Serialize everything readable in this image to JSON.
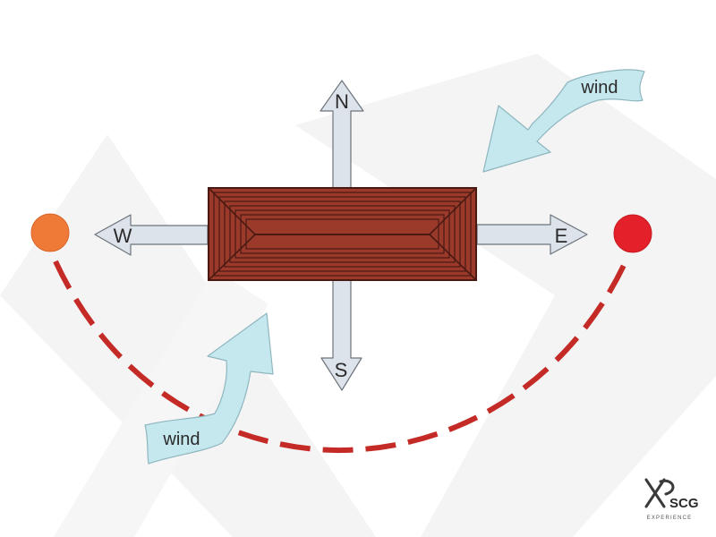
{
  "directions": {
    "north": "N",
    "south": "S",
    "east": "E",
    "west": "W"
  },
  "wind_labels": {
    "top_right": "wind",
    "bottom_left": "wind"
  },
  "logo": {
    "mark": "SCG",
    "subtitle": "EXPERIENCE"
  },
  "colors": {
    "background": "#ffffff",
    "watermark": "#f1f1f1",
    "arrow_fill": "#dde3ea",
    "arrow_stroke": "#6d747c",
    "building": "#9b3a2b",
    "building_lines": "#4a1a12",
    "wind_fill": "#c4e8ee",
    "wind_stroke": "#8fb6bf",
    "sunrise": "#ef7a37",
    "sunset": "#e4212b",
    "sun_path": "#c52b26"
  }
}
